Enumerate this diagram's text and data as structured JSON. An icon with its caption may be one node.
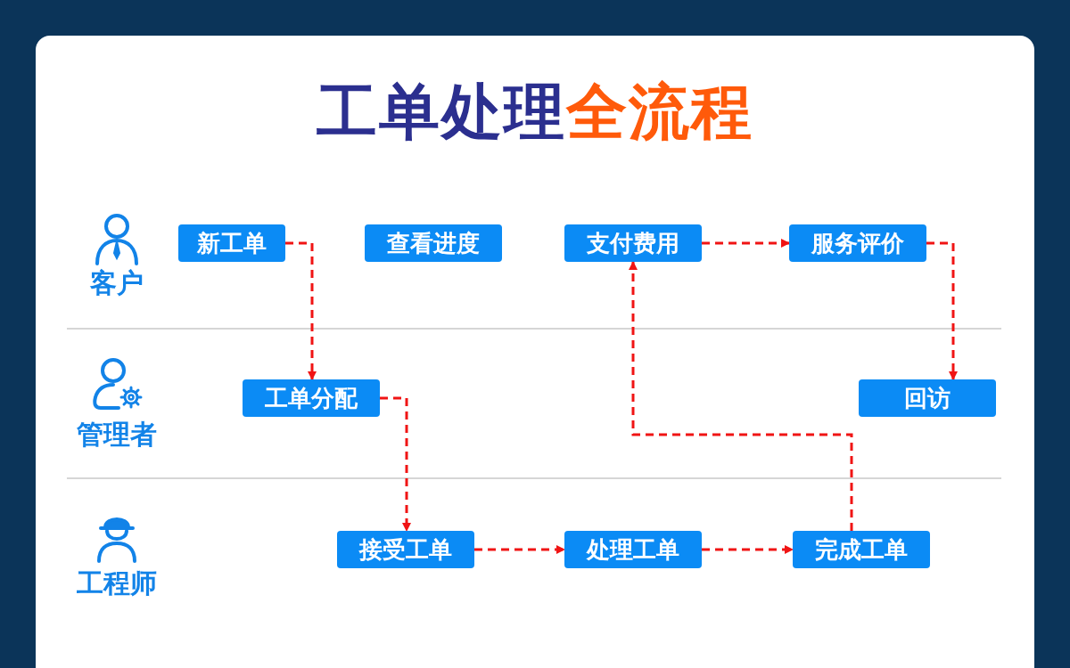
{
  "diagram": {
    "title": "工单处理全流程",
    "nodes": [
      {
        "text": [
          "新工单"
        ]
      },
      {
        "text": [
          "查看进度"
        ]
      },
      {
        "text": [
          "支付费用"
        ]
      },
      {
        "text": [
          "服务评价"
        ]
      },
      {
        "text": [
          "工单分配"
        ]
      },
      {
        "text": [
          "回访"
        ]
      },
      {
        "text": [
          "接受工单"
        ]
      },
      {
        "text": [
          "处理工单"
        ]
      },
      {
        "text": [
          "完成工单"
        ]
      }
    ],
    "edges": [
      {
        "from": 0,
        "to": 4,
        "arrow": "to",
        "style": "dashed"
      },
      {
        "from": 4,
        "to": 6,
        "arrow": "to",
        "style": "dashed"
      },
      {
        "from": 6,
        "to": 7,
        "arrow": "to",
        "style": "dashed"
      },
      {
        "from": 7,
        "to": 8,
        "arrow": "to",
        "style": "dashed"
      },
      {
        "from": 8,
        "to": 2,
        "arrow": "to",
        "style": "dashed"
      },
      {
        "from": 2,
        "to": 3,
        "arrow": "to",
        "style": "dashed"
      },
      {
        "from": 3,
        "to": 5,
        "arrow": "to",
        "style": "dashed"
      }
    ],
    "labels": [
      "客户",
      "管理者",
      "工程师"
    ]
  }
}
